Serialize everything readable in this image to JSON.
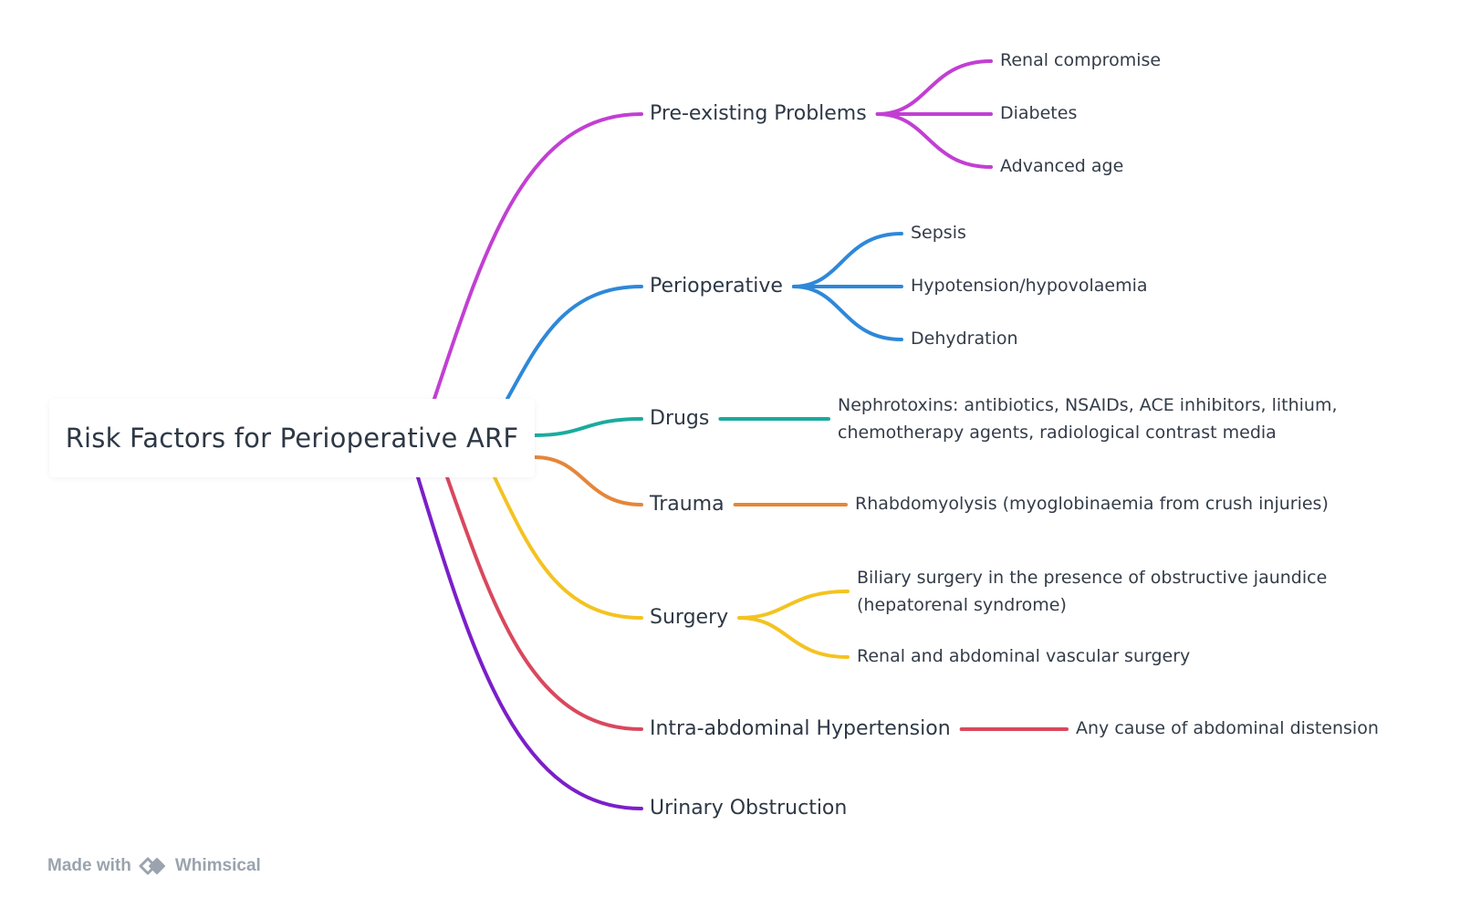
{
  "root": {
    "title": "Risk Factors for Perioperative ARF"
  },
  "branches": [
    {
      "id": "pre",
      "label": "Pre-existing Problems",
      "color": "#c23fd3",
      "children": [
        {
          "lines": [
            "Renal compromise"
          ]
        },
        {
          "lines": [
            "Diabetes"
          ]
        },
        {
          "lines": [
            "Advanced age"
          ]
        }
      ]
    },
    {
      "id": "periop",
      "label": "Perioperative",
      "color": "#2e88d9",
      "children": [
        {
          "lines": [
            "Sepsis"
          ]
        },
        {
          "lines": [
            "Hypotension/hypovolaemia"
          ]
        },
        {
          "lines": [
            "Dehydration"
          ]
        }
      ]
    },
    {
      "id": "drugs",
      "label": "Drugs",
      "color": "#1aab9d",
      "children": [
        {
          "lines": [
            "Nephrotoxins: antibiotics, NSAIDs, ACE inhibitors, lithium,",
            "chemotherapy agents, radiological contrast media"
          ]
        }
      ]
    },
    {
      "id": "trauma",
      "label": "Trauma",
      "color": "#e5863a",
      "children": [
        {
          "lines": [
            "Rhabdomyolysis (myoglobinaemia from crush injuries)"
          ]
        }
      ]
    },
    {
      "id": "surgery",
      "label": "Surgery",
      "color": "#f4c321",
      "children": [
        {
          "lines": [
            "Biliary surgery in the presence of obstructive jaundice",
            "(hepatorenal syndrome)"
          ]
        },
        {
          "lines": [
            "Renal and abdominal vascular surgery"
          ]
        }
      ]
    },
    {
      "id": "iah",
      "label": "Intra-abdominal Hypertension",
      "color": "#d9485d",
      "children": [
        {
          "lines": [
            "Any cause of abdominal distension"
          ]
        }
      ]
    },
    {
      "id": "urinary",
      "label": "Urinary Obstruction",
      "color": "#7b1fc9",
      "children": []
    }
  ],
  "footer": {
    "made_with": "Made with",
    "brand": "Whimsical",
    "logo_icon": "whimsical-logo-icon"
  }
}
